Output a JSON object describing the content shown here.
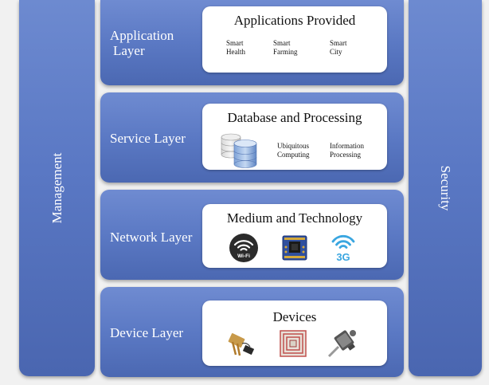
{
  "management": {
    "label": "Management"
  },
  "security": {
    "label": "Security"
  },
  "layers": {
    "application": {
      "label_line1": "Application",
      "label_line2": "Layer",
      "card_title": "Applications Provided",
      "items": [
        {
          "line1": "Smart",
          "line2": "Health"
        },
        {
          "line1": "Smart",
          "line2": "Farming"
        },
        {
          "line1": "Smart",
          "line2": "City"
        }
      ]
    },
    "service": {
      "label": "Service Layer",
      "card_title": "Database and Processing",
      "items": [
        {
          "line1": "Ubiquitous",
          "line2": "Computing"
        },
        {
          "line1": "Information",
          "line2": "Processing"
        }
      ],
      "icons": [
        "database-icon"
      ]
    },
    "network": {
      "label": "Network Layer",
      "card_title": "Medium and Technology",
      "icons": [
        "wifi-badge-icon",
        "circuit-board-icon",
        "3g-signal-icon"
      ],
      "wifi_text": "Wi-Fi",
      "threeg_text": "3G"
    },
    "device": {
      "label": "Device Layer",
      "card_title": "Devices",
      "icons": [
        "soil-sensor-icon",
        "rfid-chip-icon",
        "actuator-motor-icon"
      ]
    }
  },
  "colors": {
    "layer_blue": "#5b79c4",
    "card_white": "#ffffff",
    "wifi_blue": "#3aa6e0"
  }
}
